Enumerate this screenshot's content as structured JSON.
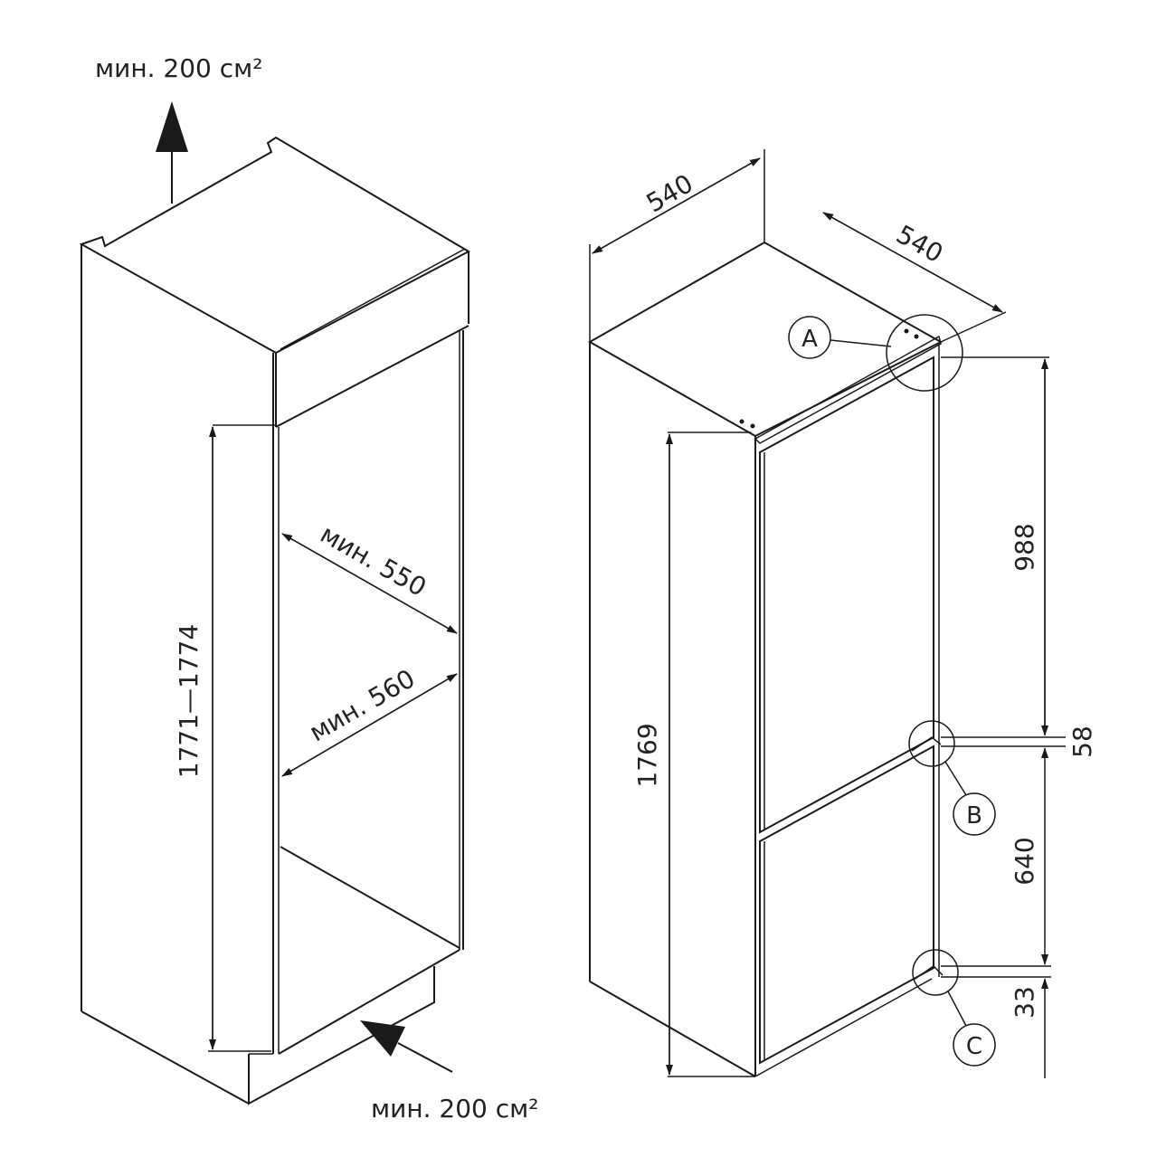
{
  "niche": {
    "top_vent_label": "мин. 200 см²",
    "bottom_vent_label": "мин. 200 см²",
    "height_label": "1771—1774",
    "depth_label": "мин. 550",
    "width_label": "мин. 560"
  },
  "appliance": {
    "width_label": "540",
    "depth_label": "540",
    "height_label": "1769",
    "upper_door_label": "988",
    "gap_label": "58",
    "lower_door_label": "640",
    "bottom_gap_label": "33",
    "callout_a": "A",
    "callout_b": "B",
    "callout_c": "C"
  }
}
